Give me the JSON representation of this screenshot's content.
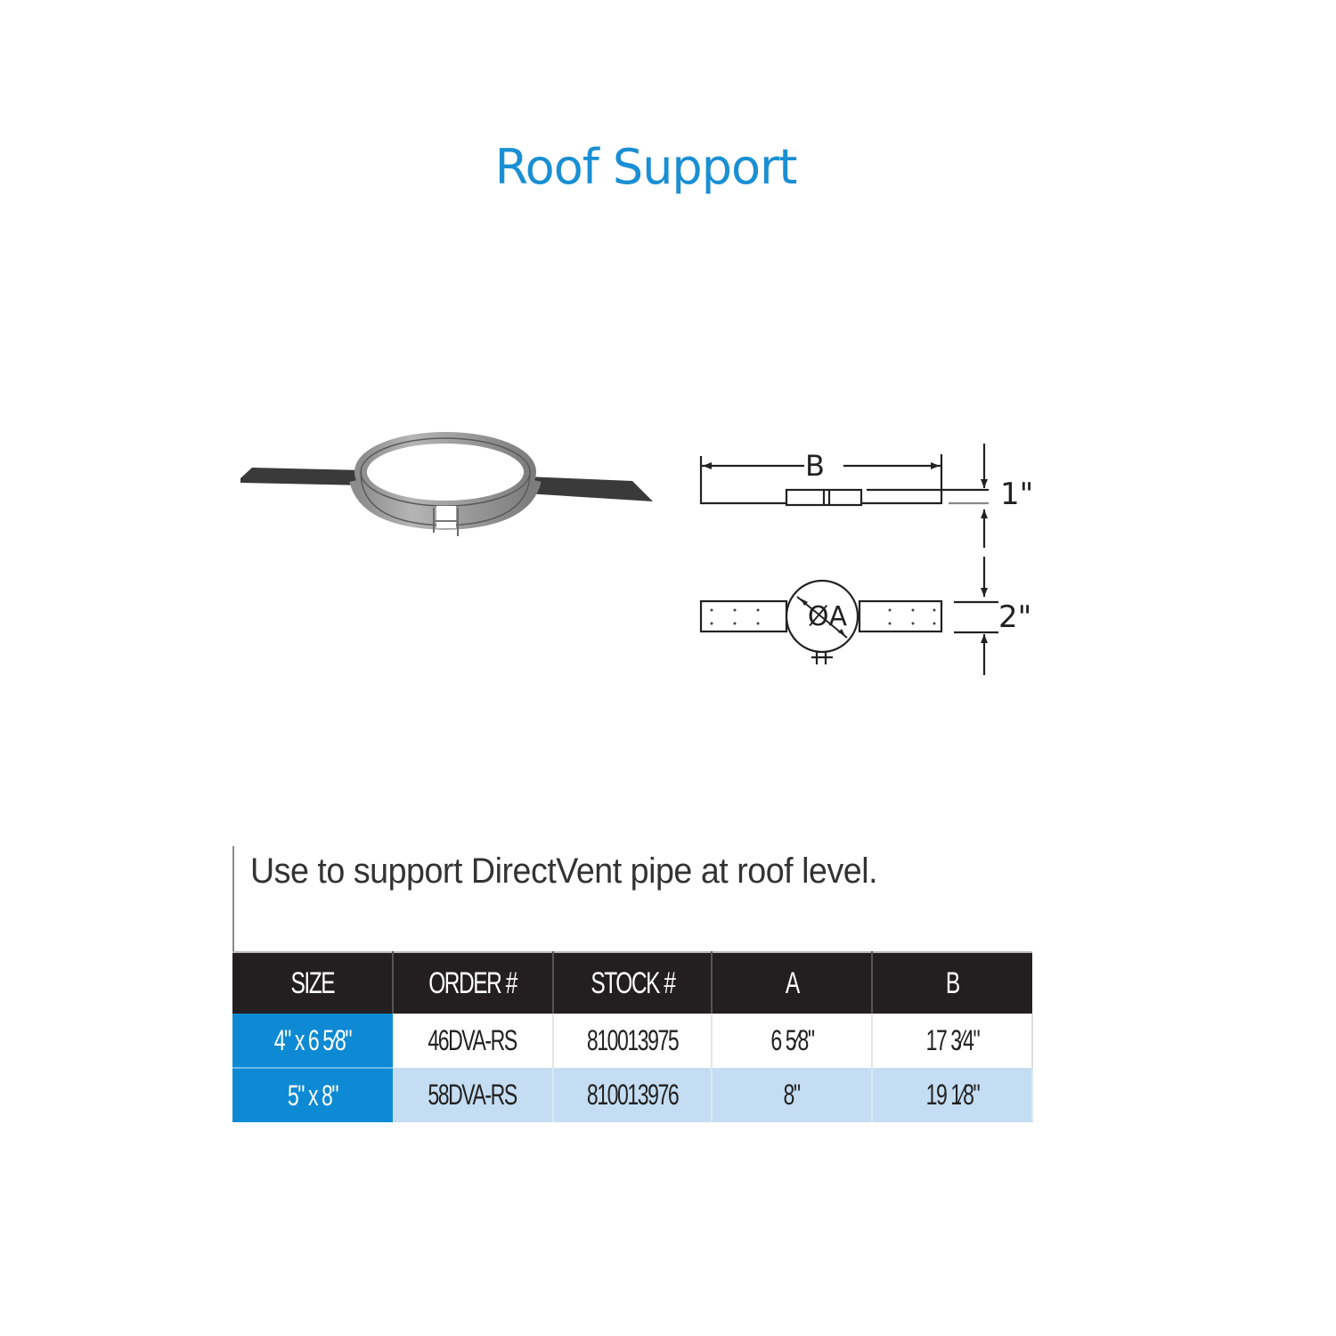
{
  "document": {
    "title": "Roof Support",
    "description": "Use to support DirectVent pipe at roof level.",
    "accent_color": "#1a8fd3"
  },
  "figures": {
    "photo": {
      "label": "roof-support-photo"
    },
    "drawing": {
      "label_b": "B",
      "label_a": "ØA",
      "dim_top": "1\"",
      "dim_bottom": "2\""
    }
  },
  "spec_table": {
    "headers": [
      "SIZE",
      "ORDER #",
      "STOCK #",
      "A",
      "B"
    ],
    "rows": [
      {
        "size": "4\" x 6 5⁄8\"",
        "order": "46DVA-RS",
        "stock": "810013975",
        "a": "6 5⁄8\"",
        "b": "17 3⁄4\""
      },
      {
        "size": "5\" x 8\"",
        "order": "58DVA-RS",
        "stock": "810013976",
        "a": "8\"",
        "b": "19 1⁄8\""
      }
    ],
    "colors": {
      "header_bg": "#231f20",
      "size_bg": "#0e8ad4",
      "alt_row_bg": "#c5ddf2"
    }
  }
}
